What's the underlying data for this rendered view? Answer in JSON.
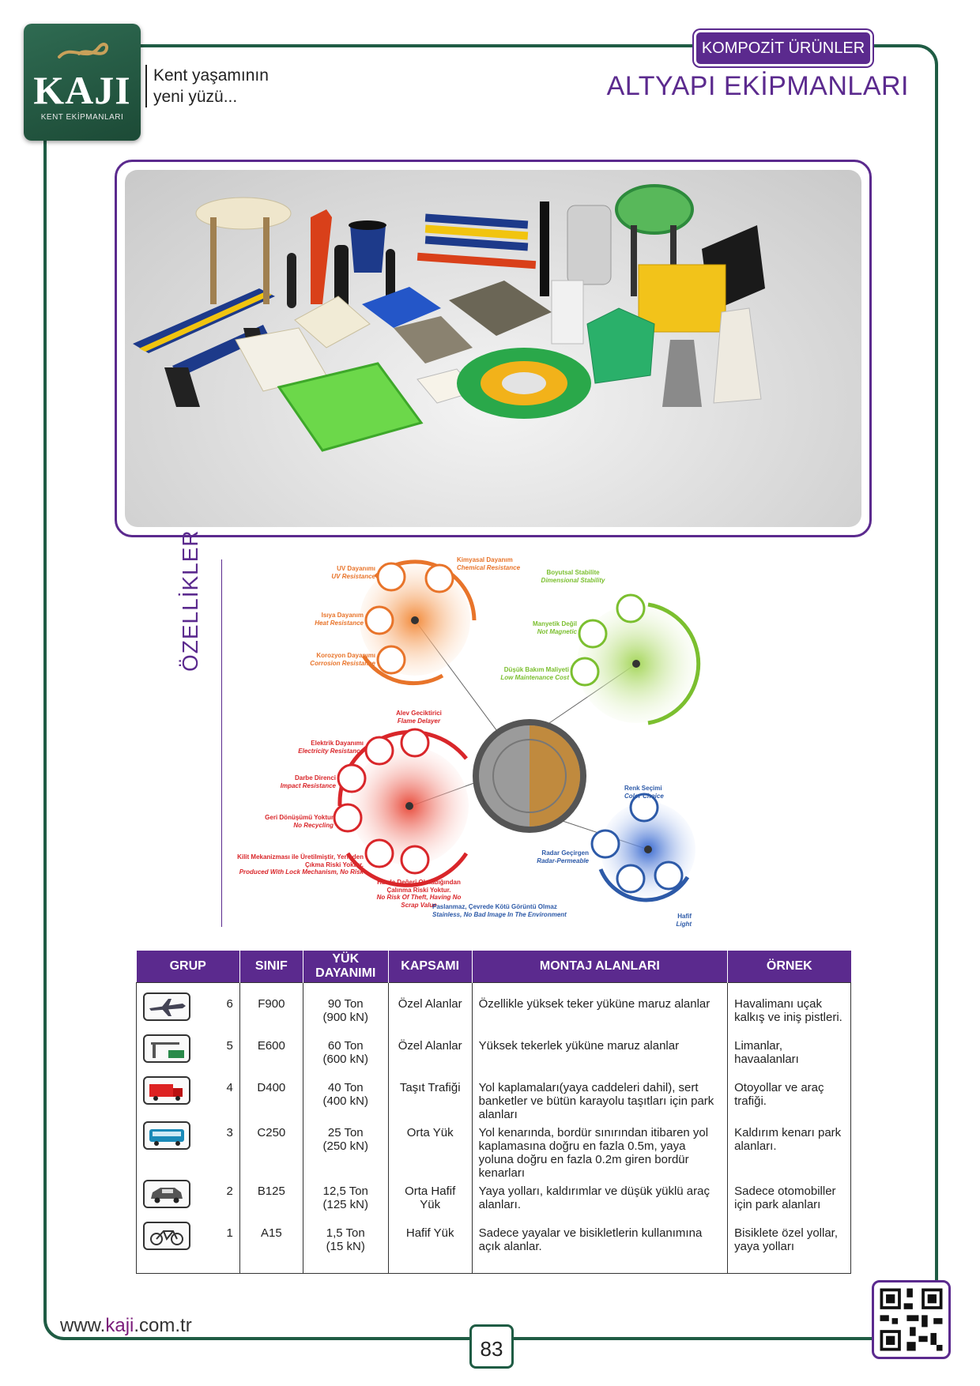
{
  "brand": {
    "name": "KAJI",
    "subtitle": "KENT EKİPMANLARI",
    "tagline": "Kent yaşamının yeni yüzü..."
  },
  "header": {
    "category": "KOMPOZİT ÜRÜNLER",
    "title": "ALTYAPI EKİPMANLARI"
  },
  "features": {
    "heading": "ÖZELLİKLER",
    "orange": [
      {
        "tr": "UV Dayanımı",
        "en": "UV Resistance"
      },
      {
        "tr": "Kimyasal Dayanım",
        "en": "Chemical Resistance"
      },
      {
        "tr": "Isıya Dayanım",
        "en": "Heat Resistance"
      },
      {
        "tr": "Korozyon Dayanımı",
        "en": "Corrosion Resistance"
      }
    ],
    "green": [
      {
        "tr": "Boyutsal Stabilite",
        "en": "Dimensional Stability"
      },
      {
        "tr": "Manyetik Değil",
        "en": "Not Magnetic"
      },
      {
        "tr": "Düşük Bakım Maliyeti",
        "en": "Low Maintenance Cost"
      }
    ],
    "red": [
      {
        "tr": "Alev Geciktirici",
        "en": "Flame Delayer"
      },
      {
        "tr": "Elektrik Dayanımı",
        "en": "Electricity Resistance"
      },
      {
        "tr": "Darbe Direnci",
        "en": "Impact Resistance"
      },
      {
        "tr": "Geri Dönüşümü Yoktur",
        "en": "No Recycling"
      },
      {
        "tr": "Kilit Mekanizması ile Üretilmiştir, Yerinden Çıkma Riski Yoktur.",
        "en": "Produced With Lock Mechanism, No Risk"
      },
      {
        "tr": "Hurda Değeri Olmadığından Çalınma Riski Yoktur.",
        "en": "No Risk Of Theft, Having No Scrap Value"
      }
    ],
    "blue": [
      {
        "tr": "Renk Seçimi",
        "en": "Color Choice"
      },
      {
        "tr": "Radar Geçirgen",
        "en": "Radar-Permeable"
      },
      {
        "tr": "Paslanmaz, Çevrede Kötü Görüntü Olmaz",
        "en": "Stainless, No Bad Image In The Environment"
      },
      {
        "tr": "Hafif",
        "en": "Light"
      }
    ]
  },
  "table": {
    "headers": [
      "GRUP",
      "SINIF",
      "YÜK DAYANIMI",
      "KAPSAMI",
      "MONTAJ ALANLARI",
      "ÖRNEK"
    ],
    "rows": [
      {
        "icon": "airplane-icon",
        "grup": "6",
        "sinif": "F900",
        "ton": "90 Ton",
        "kn": "(900 kN)",
        "kapsam": "Özel Alanlar",
        "montaj": "Özellikle yüksek teker yüküne maruz alanlar",
        "ornek": "Havalimanı uçak kalkış ve iniş pistleri."
      },
      {
        "icon": "port-crane-icon",
        "grup": "5",
        "sinif": "E600",
        "ton": "60 Ton",
        "kn": "(600 kN)",
        "kapsam": "Özel Alanlar",
        "montaj": "Yüksek tekerlek yüküne maruz alanlar",
        "ornek": "Limanlar, havaalanları"
      },
      {
        "icon": "truck-icon",
        "grup": "4",
        "sinif": "D400",
        "ton": "40 Ton",
        "kn": "(400 kN)",
        "kapsam": "Taşıt Trafiği",
        "montaj": "Yol kaplamaları(yaya caddeleri dahil), sert banketler ve bütün karayolu taşıtları için park alanları",
        "ornek": "Otoyollar ve araç trafiği."
      },
      {
        "icon": "bus-icon",
        "grup": "3",
        "sinif": "C250",
        "ton": "25 Ton",
        "kn": "(250 kN)",
        "kapsam": "Orta Yük",
        "montaj": "Yol kenarında, bordür sınırından itibaren yol kaplamasına doğru en fazla 0.5m, yaya yoluna doğru en fazla 0.2m giren bordür kenarları",
        "ornek": "Kaldırım kenarı park alanları."
      },
      {
        "icon": "car-icon",
        "grup": "2",
        "sinif": "B125",
        "ton": "12,5 Ton",
        "kn": "(125 kN)",
        "kapsam": "Orta Hafif Yük",
        "montaj": "Yaya yolları, kaldırımlar ve düşük yüklü araç alanları.",
        "ornek": "Sadece otomobiller için park alanları"
      },
      {
        "icon": "bicycle-icon",
        "grup": "1",
        "sinif": "A15",
        "ton": "1,5 Ton",
        "kn": "(15 kN)",
        "kapsam": "Hafif Yük",
        "montaj": "Sadece yayalar ve bisikletlerin kullanımına açık alanlar.",
        "ornek": "Bisiklete özel yollar, yaya yolları"
      }
    ]
  },
  "footer": {
    "url_prefix": "www.",
    "url_brand": "kaji",
    "url_suffix": ".com.tr",
    "page_number": "83"
  },
  "colors": {
    "purple": "#5b2a8e",
    "green_frame": "#1f5c44",
    "orange": "#e8742a",
    "green": "#7bbf2f",
    "red": "#d9262a",
    "blue": "#2d5aa8"
  }
}
